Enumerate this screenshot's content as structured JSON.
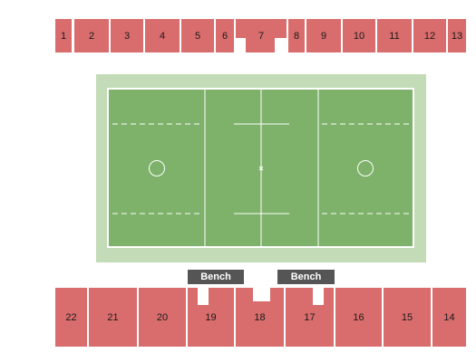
{
  "colors": {
    "section": "#d96c6c",
    "field_outer": "#c4dbb7",
    "field_inner": "#7eb26a",
    "bench": "#555555",
    "lines": "#ffffff"
  },
  "top_sections": [
    "1",
    "2",
    "3",
    "4",
    "5",
    "6",
    "7",
    "8",
    "9",
    "10",
    "11",
    "12",
    "13"
  ],
  "bottom_sections": [
    "22",
    "21",
    "20",
    "19",
    "18",
    "17",
    "16",
    "15",
    "14"
  ],
  "benches": [
    "Bench",
    "Bench"
  ]
}
